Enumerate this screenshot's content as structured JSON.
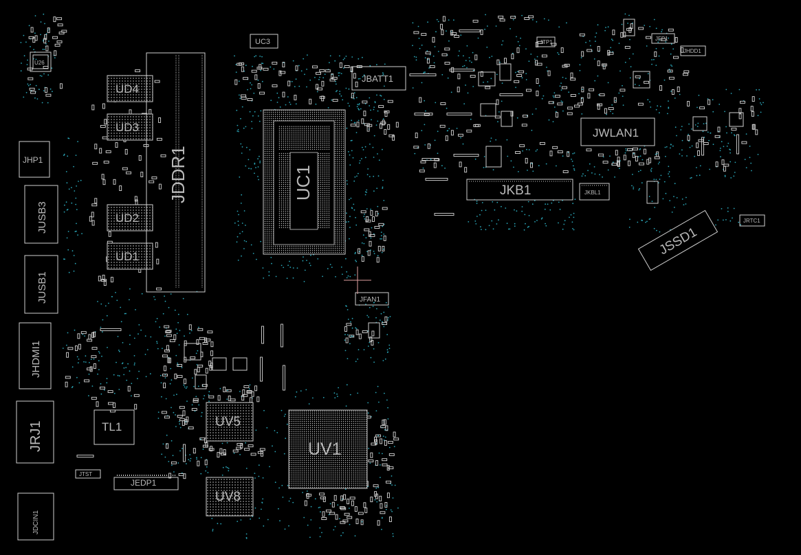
{
  "board": {
    "background": "#000000",
    "outline_color": "#cfcfcf",
    "label_color": "#b9b9b9",
    "via_color": "#2aa6b8",
    "cursor_color": "#e0a0a0"
  },
  "components": {
    "uc1": "UC1",
    "uc3": "UC3",
    "jddr1": "JDDR1",
    "ud1": "UD1",
    "ud2": "UD2",
    "ud3": "UD3",
    "ud4": "UD4",
    "u26": "U26",
    "jhp1": "JHP1",
    "jusb3": "JUSB3",
    "jusb1": "JUSB1",
    "jhdmi1": "JHDMI1",
    "jrj1": "JRJ1",
    "jdcin1": "JDCIN1",
    "tl1": "TL1",
    "jtst": "JTST",
    "jedp1": "JEDP1",
    "uv5": "UV5",
    "uv8": "UV8",
    "uv1": "UV1",
    "jfan1": "JFAN1",
    "jbatt1": "JBATT1",
    "jkb1": "JKB1",
    "jkbl1": "JKBL1",
    "jwlan1": "JWLAN1",
    "jtp1": "JTP1",
    "jfp1": "JFP1",
    "jhdd1": "JHDD1",
    "jssd1": "JSSD1",
    "jrtc1": "JRTC1"
  }
}
